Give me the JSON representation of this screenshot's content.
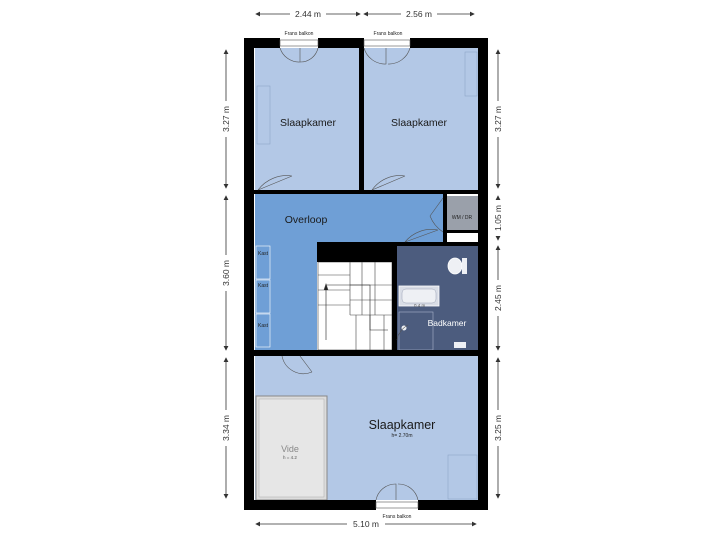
{
  "dimensions": {
    "top_left": "2.44 m",
    "top_right": "2.56 m",
    "bottom": "5.10 m",
    "left_top": "3.27 m",
    "left_middle": "3.60 m",
    "left_bottom": "3.34 m",
    "right_top": "3.27 m",
    "right_middle_a": "1.05 m",
    "right_middle_b": "2.45 m",
    "right_bottom": "3.25 m"
  },
  "rooms": {
    "bedroom_top_left": "Slaapkamer",
    "bedroom_top_right": "Slaapkamer",
    "landing": "Overloop",
    "bathroom": "Badkamer",
    "bedroom_bottom": "Slaapkamer",
    "bedroom_bottom_height": "h= 2.70m",
    "void": "Vide",
    "void_note": "h = 4.2",
    "laundry": "WM / DR"
  },
  "labels": {
    "balcony_top_left": "Frans balkon",
    "balcony_top_right": "Frans balkon",
    "balcony_bottom": "Frans balkon",
    "closet_1": "Kast",
    "closet_2": "Kast",
    "closet_3": "Kast",
    "bath_note": "0.4 m"
  },
  "colors": {
    "bedroom": "#b3c8e6",
    "landing": "#6f9fd6",
    "bathroom": "#4c5c7e",
    "wall": "#000000",
    "void": "#dcdcdc"
  }
}
